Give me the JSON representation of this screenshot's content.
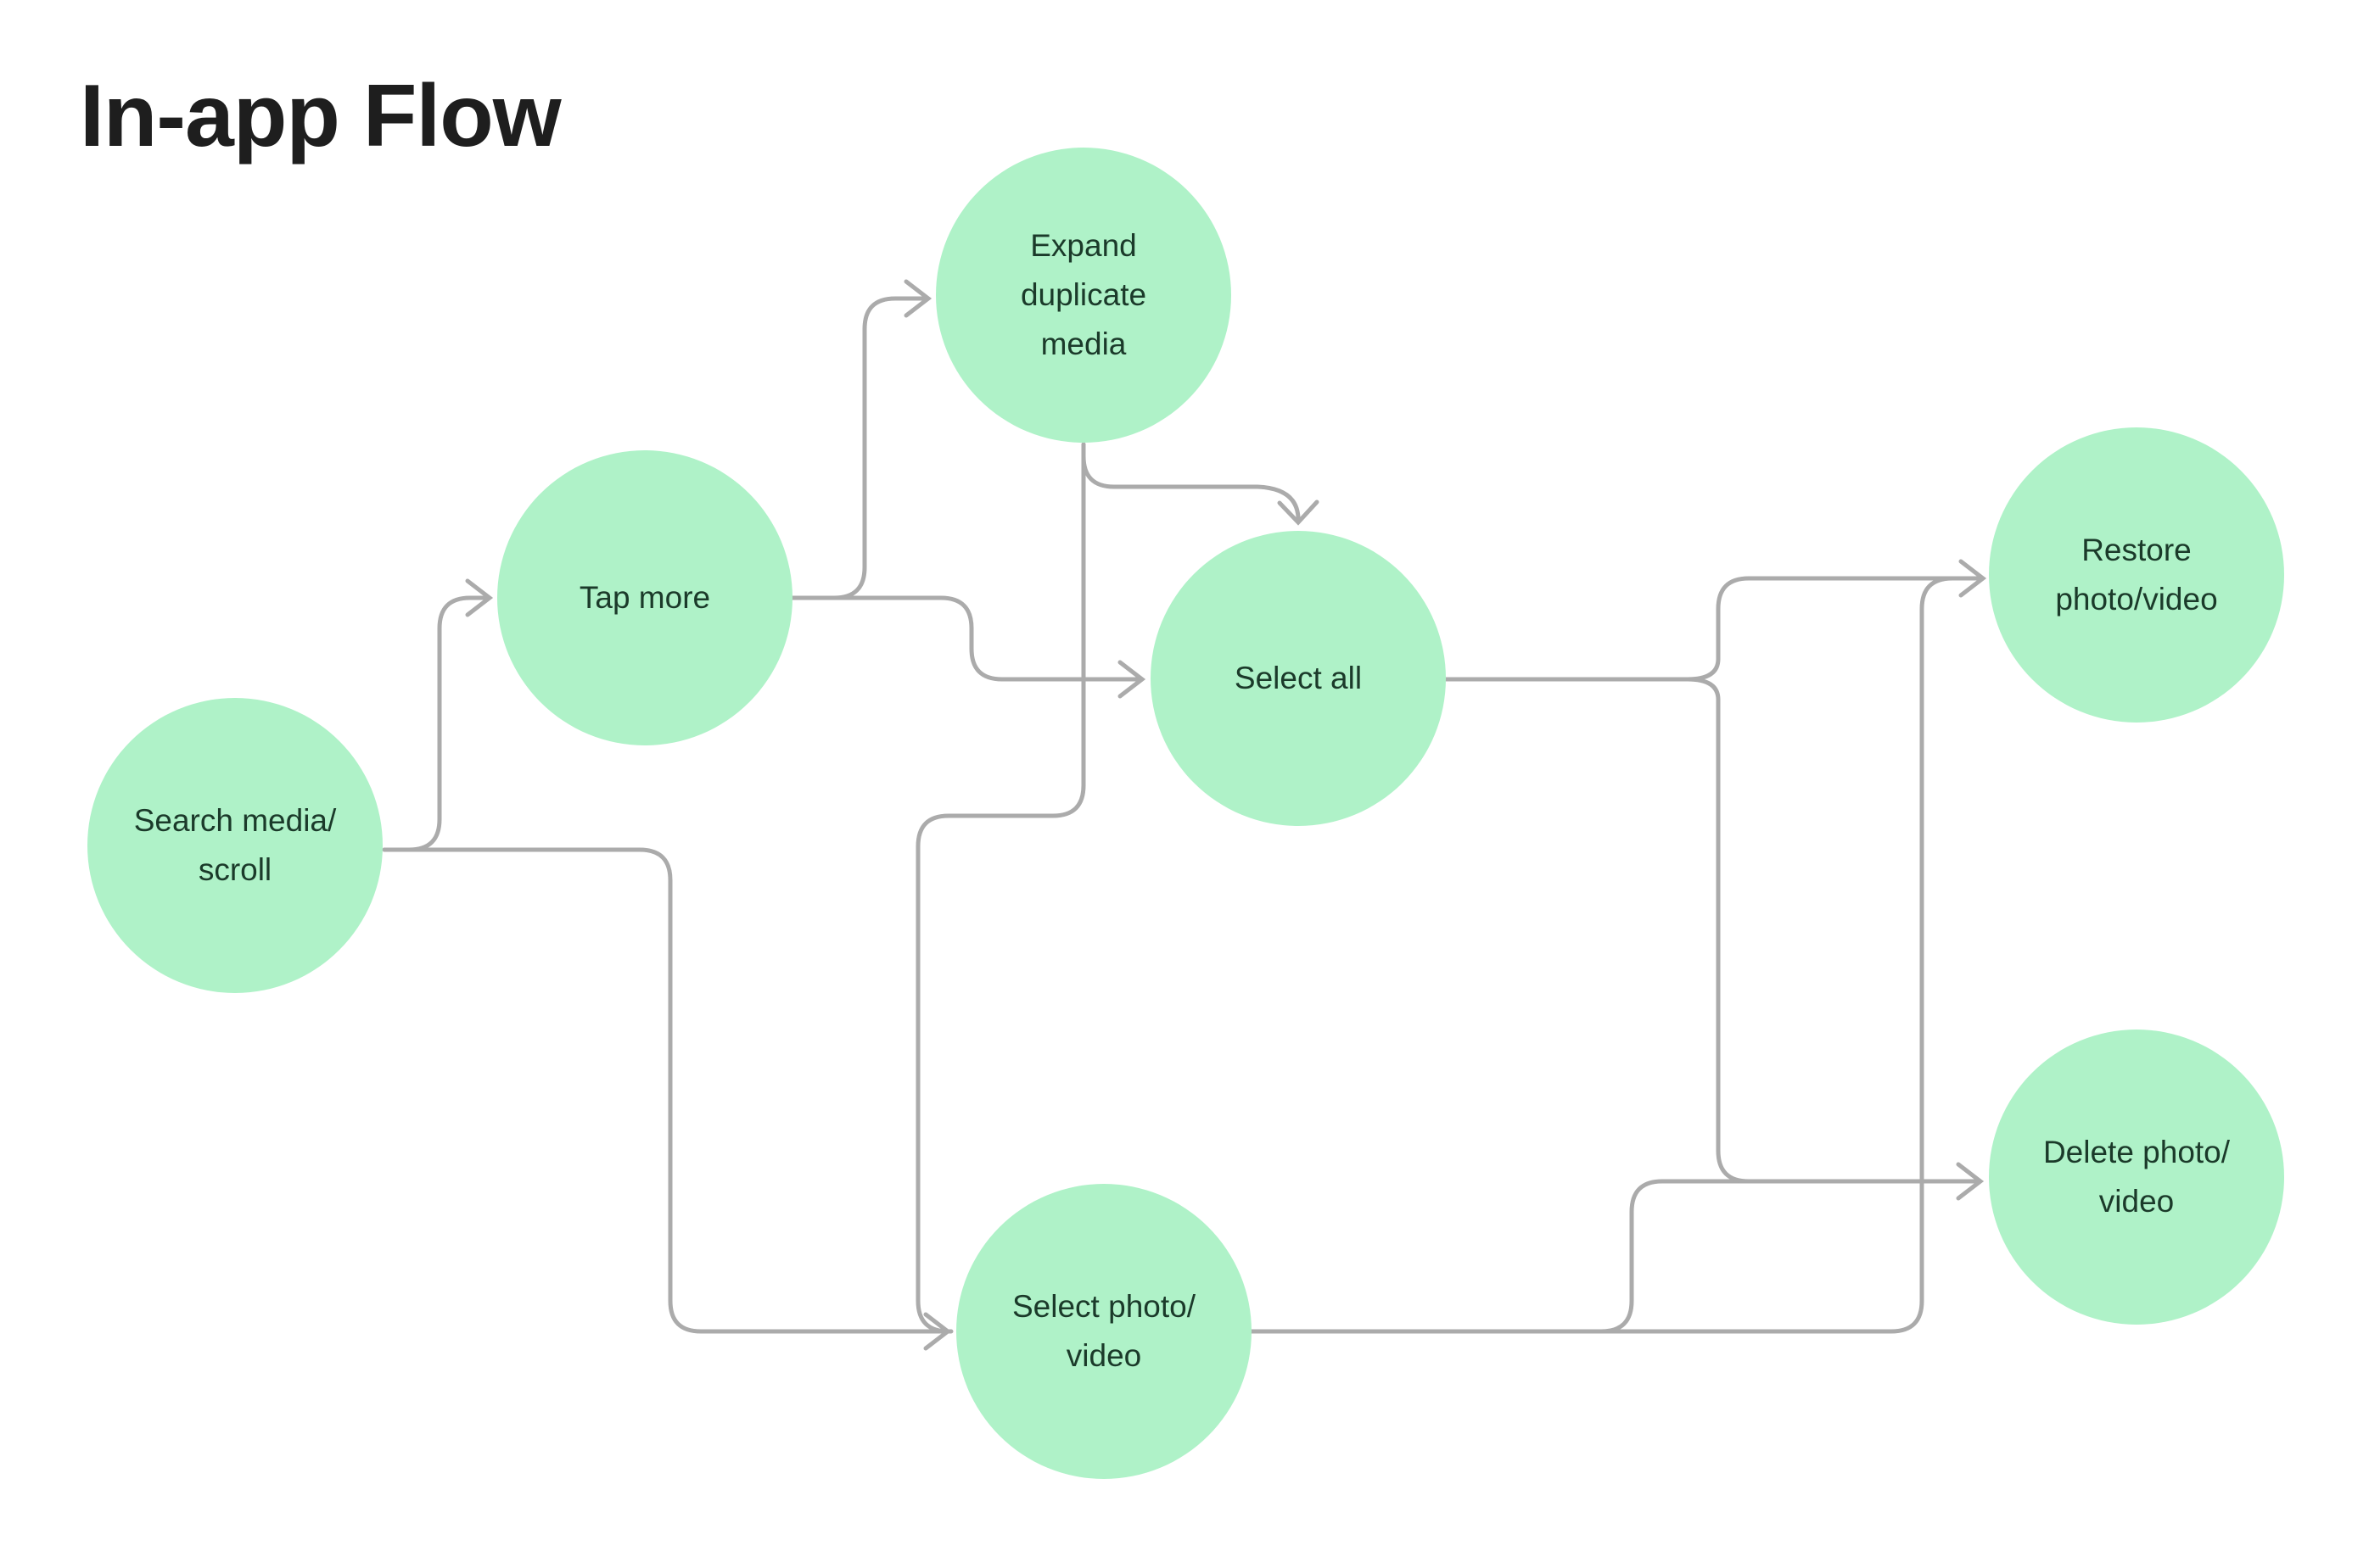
{
  "title": "In-app Flow",
  "colors": {
    "node_fill": "#AFF2C8",
    "node_text": "#1B3A2A",
    "edge": "#ABABAB",
    "title_text": "#1E1E1E",
    "background": "#FFFFFF"
  },
  "nodes": [
    {
      "id": "search-media-scroll",
      "label": "Search media/scroll",
      "lines": [
        "Search media/",
        "scroll"
      ]
    },
    {
      "id": "tap-more",
      "label": "Tap more",
      "lines": [
        "Tap more"
      ]
    },
    {
      "id": "expand-duplicate-media",
      "label": "Expand duplicate media",
      "lines": [
        "Expand",
        "duplicate",
        "media"
      ]
    },
    {
      "id": "select-all",
      "label": "Select all",
      "lines": [
        "Select all"
      ]
    },
    {
      "id": "select-photo-video",
      "label": "Select photo/video",
      "lines": [
        "Select photo/",
        "video"
      ]
    },
    {
      "id": "restore-photo-video",
      "label": "Restore photo/video",
      "lines": [
        "Restore",
        "photo/video"
      ]
    },
    {
      "id": "delete-photo-video",
      "label": "Delete photo/video",
      "lines": [
        "Delete photo/",
        "video"
      ]
    }
  ],
  "edges": [
    {
      "from": "search-media-scroll",
      "to": "tap-more"
    },
    {
      "from": "search-media-scroll",
      "to": "select-photo-video"
    },
    {
      "from": "tap-more",
      "to": "expand-duplicate-media"
    },
    {
      "from": "tap-more",
      "to": "select-all"
    },
    {
      "from": "expand-duplicate-media",
      "to": "select-all"
    },
    {
      "from": "expand-duplicate-media",
      "to": "select-photo-video"
    },
    {
      "from": "select-photo-video",
      "to": "delete-photo-video"
    },
    {
      "from": "select-photo-video",
      "to": "restore-photo-video"
    },
    {
      "from": "select-all",
      "to": "restore-photo-video"
    },
    {
      "from": "select-all",
      "to": "delete-photo-video"
    }
  ]
}
